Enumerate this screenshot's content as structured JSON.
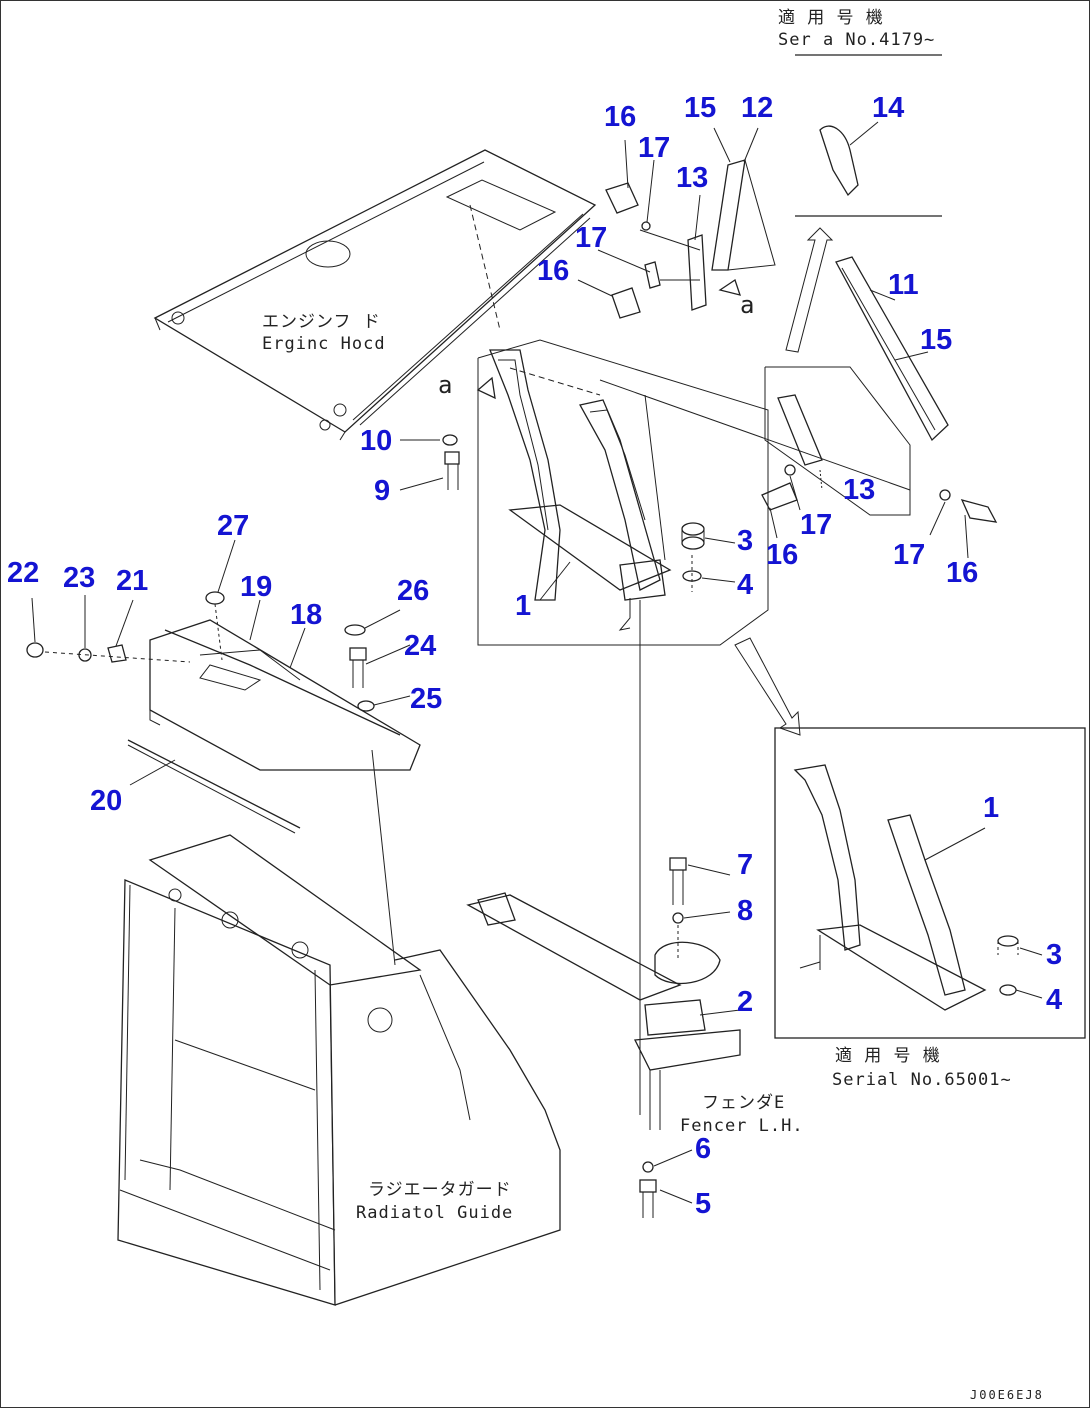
{
  "labels": {
    "n1a": "1",
    "n1b": "1",
    "n2": "2",
    "n3a": "3",
    "n3b": "3",
    "n4a": "4",
    "n4b": "4",
    "n5": "5",
    "n6": "6",
    "n7": "7",
    "n8": "8",
    "n9": "9",
    "n10": "10",
    "n11": "11",
    "n12": "12",
    "n13a": "13",
    "n13b": "13",
    "n14": "14",
    "n15a": "15",
    "n15b": "15",
    "n16a": "16",
    "n16b": "16",
    "n16c": "16",
    "n16d": "16",
    "n17a": "17",
    "n17b": "17",
    "n17c": "17",
    "n17d": "17",
    "n18": "18",
    "n19": "19",
    "n20": "20",
    "n21": "21",
    "n22": "22",
    "n23": "23",
    "n24": "24",
    "n25": "25",
    "n26": "26",
    "n27": "27"
  },
  "notes": {
    "serial_top_jp": "適 用 号 機",
    "serial_top_en": "Ser a  No.4179~",
    "serial_bottom_jp": "適 用 号 機",
    "serial_bottom_en": "Serial No.65001~",
    "engine_hood_jp": "エンジンフ ド",
    "engine_hood_en": "Erginc Hocd",
    "fender_jp": "フェンダE",
    "fender_en": "Fencer L.H.",
    "radiator_jp": "ラジエータガード",
    "radiator_en": "Radiatol Guide",
    "ref_a1": "a",
    "ref_a2": "a",
    "doc_id": "J00E6EJ8"
  },
  "colors": {
    "callout": "#1414d2",
    "linework": "#222222"
  }
}
